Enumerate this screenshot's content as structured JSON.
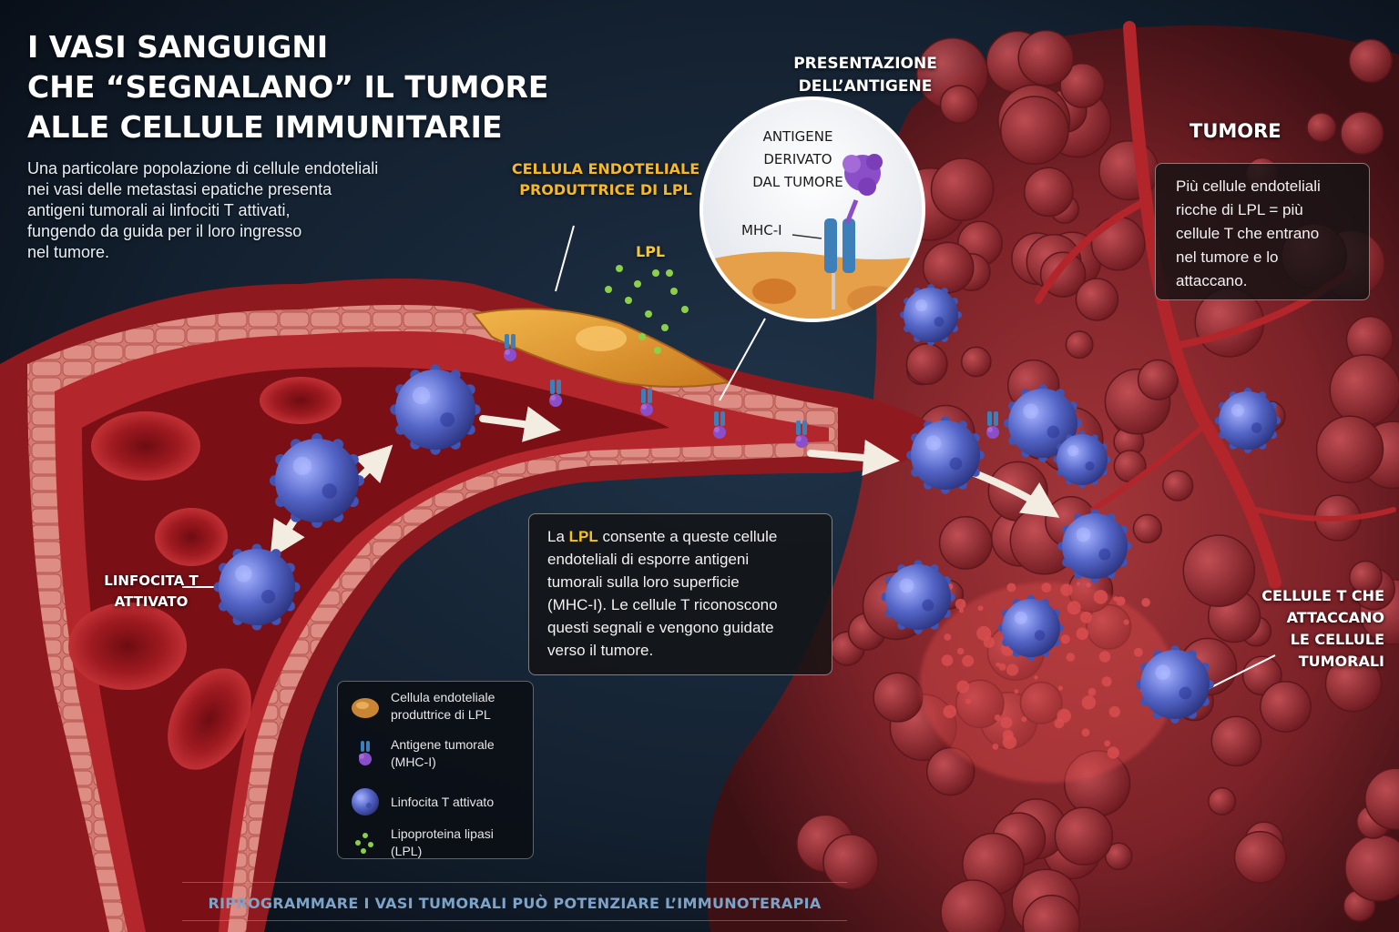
{
  "title": {
    "lines": [
      "I VASI SANGUIGNI",
      "CHE “SEGNALANO” IL TUMORE",
      "ALLE CELLULE IMMUNITARIE"
    ]
  },
  "intro": {
    "lines": [
      "Una particolare popolazione di cellule endoteliali",
      "nei vasi delle metastasi epatiche presenta",
      "antigeni tumorali ai linfociti T attivati,",
      "fungendo da guida per il loro ingresso",
      "nel tumore."
    ]
  },
  "labels": {
    "endothelial": [
      "CELLULA ENDOTELIALE",
      "PRODUTTRICE DI LPL"
    ],
    "lpl": "LPL",
    "presentation": [
      "PRESENTAZIONE",
      "DELL’ANTIGENE"
    ],
    "tumor_antigen": [
      "ANTIGENE",
      "DERIVATO",
      "DAL TUMORE"
    ],
    "mhc": "MHC-I",
    "tumor": "TUMORE",
    "t_cell": [
      "LINFOCITA T",
      "ATTIVATO"
    ],
    "attacking": [
      "CELLULE T CHE",
      "ATTACCANO",
      "LE CELLULE",
      "TUMORALI"
    ]
  },
  "tumor_box": {
    "lines": [
      "Più cellule endoteliali",
      "ricche di LPL = più",
      "cellule T che entrano",
      "nel tumore e lo",
      "attaccano."
    ]
  },
  "lpl_box": {
    "prefix": "La ",
    "highlight": "LPL",
    "line1_rest": " consente a queste cellule",
    "lines": [
      "endoteliali di esporre antigeni",
      "tumorali sulla loro superficie",
      "(MHC-I). Le cellule T riconoscono",
      "questi segnali e vengono guidate",
      "verso il tumore."
    ]
  },
  "legend": {
    "items": [
      {
        "icon": "endothelial-cell-icon",
        "lines": [
          "Cellula endoteliale",
          "produttrice di LPL"
        ]
      },
      {
        "icon": "tumor-antigen-icon",
        "lines": [
          "Antigene tumorale",
          "(MHC-I)"
        ]
      },
      {
        "icon": "t-cell-icon",
        "lines": [
          "Linfocita T attivato"
        ]
      },
      {
        "icon": "lpl-icon",
        "lines": [
          "Lipoproteina lipasi (LPL)"
        ]
      }
    ]
  },
  "footer": "RIPROGRAMMARE I VASI TUMORALI PUÒ POTENZIARE L’IMMUNOTERAPIA",
  "colors": {
    "background": "#0d1826",
    "vessel": "#a11e24",
    "tumor_tissue": "#7a1e24",
    "endothelial": "#e59a2c",
    "t_cell": "#4a58b8",
    "antigen": "#8a4fc8",
    "mhc": "#3d7fb8",
    "lpl_particle": "#8ccf4a",
    "highlight": "#f5c21f",
    "footer_text": "#7ea3c8"
  }
}
